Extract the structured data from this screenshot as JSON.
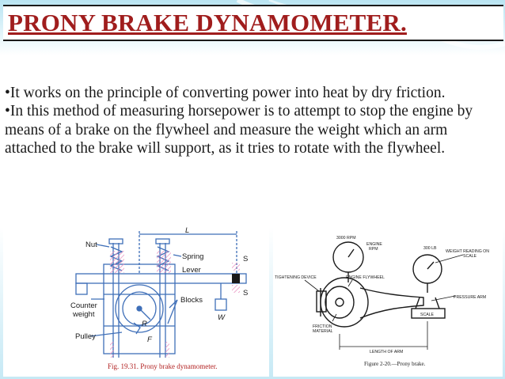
{
  "slide": {
    "title": "PRONY BRAKE DYNAMOMETER.",
    "bullets": [
      "It works on the principle of converting power into heat by dry friction.",
      "In this method of measuring horsepower is to attempt to stop the engine by means of a brake on the flywheel and measure the weight which an arm attached to the brake will support, as it tries to rotate with the flywheel."
    ],
    "bullet_marker": "•"
  },
  "figure_left": {
    "labels": {
      "nut": "Nut",
      "spring": "Spring",
      "lever": "Lever",
      "counter_weight_1": "Counter",
      "counter_weight_2": "weight",
      "pulley": "Pulley",
      "blocks": "Blocks",
      "length": "L",
      "spring_balance_top": "S",
      "spring_balance_bottom": "S",
      "weight": "W",
      "radius": "R",
      "force": "F"
    },
    "caption": "Fig. 19.31. Prony brake dynamometer.",
    "colors": {
      "line": "#3f6fb8",
      "hatch": "#e88fbf",
      "caption": "#b22222"
    }
  },
  "figure_right": {
    "labels": {
      "rpm_gauge_1": "3000 RPM",
      "engine_rpm_1": "ENGINE",
      "engine_rpm_2": "RPM",
      "scale_value": "300 LB",
      "weight_reading_1": "WEIGHT READING ON",
      "weight_reading_2": "SCALE",
      "tightening_device": "TIGHTENING DEVICE",
      "engine_flywheel": "ENGINE FLYWHEEL",
      "pressure_arm": "PRESSURE ARM",
      "scale": "SCALE",
      "friction_1": "FRICTION",
      "friction_2": "MATERIAL",
      "length_of_arm": "LENGTH OF ARM"
    },
    "caption": "Figure 2-20.—Prony brake."
  }
}
